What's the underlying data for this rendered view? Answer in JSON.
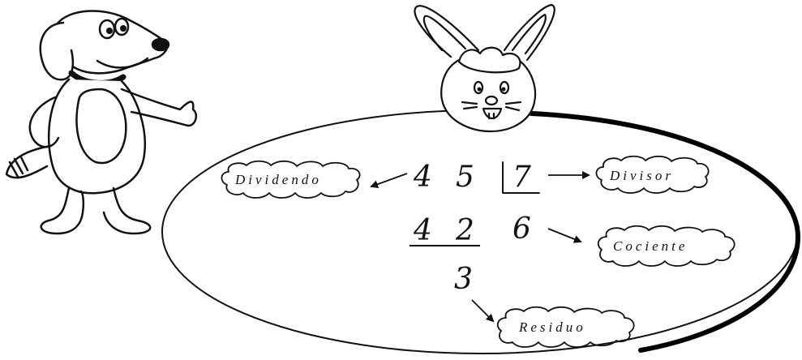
{
  "division": {
    "dividend_digits": [
      "4",
      "5"
    ],
    "divisor": "7",
    "product_digits": [
      "4",
      "2"
    ],
    "quotient": "6",
    "remainder": "3"
  },
  "labels": {
    "dividend": "Dividendo",
    "divisor": "Divisor",
    "quotient": "Cociente",
    "remainder": "Residuo"
  },
  "illustrations": {
    "left_character": "dog-icon",
    "top_character": "rabbit-icon"
  }
}
